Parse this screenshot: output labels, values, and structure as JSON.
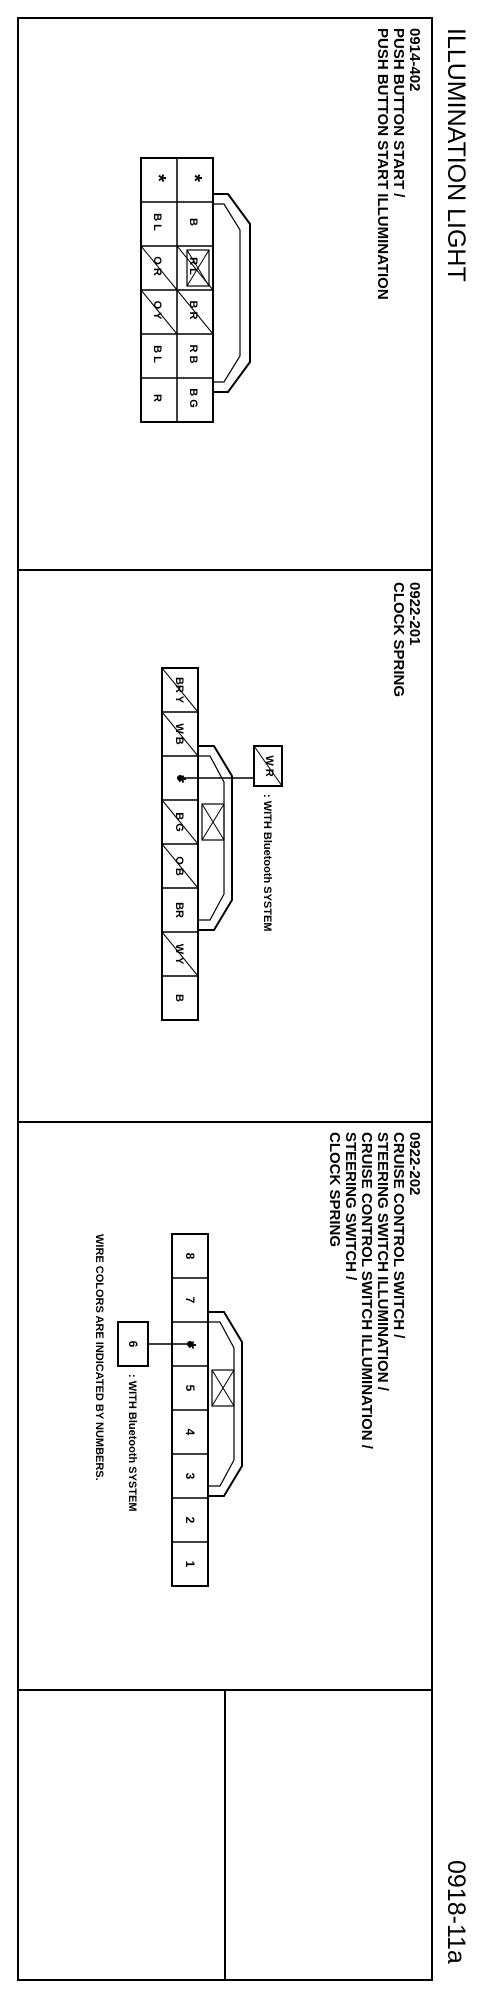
{
  "page_title": "ILLUMINATION LIGHT",
  "page_number": "0918-11a",
  "sections": [
    {
      "code": "0914-402",
      "title_lines": [
        "PUSH BUTTON START /",
        "PUSH BUTTON START ILLUMINATION"
      ],
      "connector": {
        "pins": [
          {
            "wire": "*"
          },
          {
            "wire": "B"
          },
          {
            "wire": "R L"
          },
          {
            "wire": "B R"
          },
          {
            "wire": "R B"
          },
          {
            "wire": "B G"
          },
          {
            "wire": "*"
          },
          {
            "wire": "B L"
          },
          {
            "wire": "O R"
          },
          {
            "wire": "O Y"
          },
          {
            "wire": "B L"
          },
          {
            "wire": "R"
          }
        ]
      }
    },
    {
      "code": "0922-201",
      "title_lines": [
        "CLOCK SPRING"
      ],
      "connector": {
        "pins": [
          {
            "wire": "BR Y"
          },
          {
            "wire": "W B"
          },
          {
            "wire": "*"
          },
          {
            "wire": "B G"
          },
          {
            "wire": "O B"
          },
          {
            "wire": "BR"
          },
          {
            "wire": "W Y"
          },
          {
            "wire": "B"
          }
        ],
        "option_wire": "W R",
        "option_note": ": WITH Bluetooth SYSTEM"
      }
    },
    {
      "code": "0922-202",
      "title_lines": [
        "CRUISE CONTROL SWITCH /",
        "STEERING SWITCH ILLUMINATION /",
        "CRUISE CONTROL SWITCH ILLUMINATION /",
        "STEERING SWITCH /",
        "CLOCK SPRING"
      ],
      "connector": {
        "pins": [
          {
            "wire": "8"
          },
          {
            "wire": "7"
          },
          {
            "wire": "*"
          },
          {
            "wire": "5"
          },
          {
            "wire": "4"
          },
          {
            "wire": "3"
          },
          {
            "wire": "2"
          },
          {
            "wire": "1"
          }
        ],
        "option_wire": "6",
        "option_note": ": WITH Bluetooth SYSTEM"
      },
      "footnote": "WIRE COLORS ARE INDICATED BY NUMBERS."
    }
  ]
}
